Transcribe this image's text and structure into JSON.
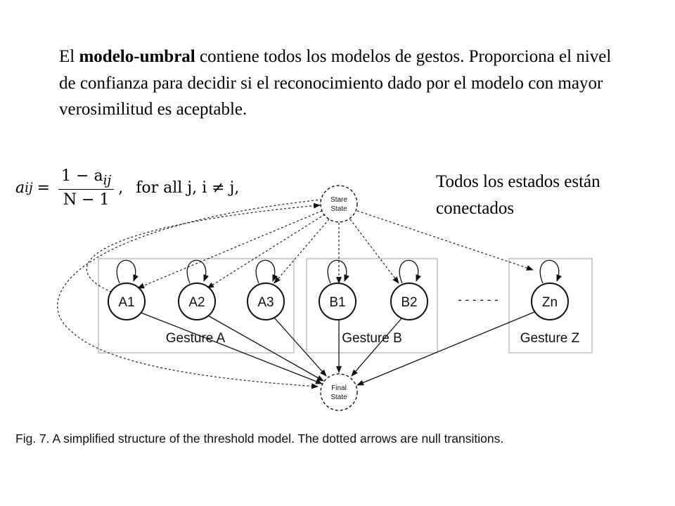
{
  "text": {
    "para_prefix": "El ",
    "para_bold": "modelo-umbral",
    "para_rest": " contiene todos los modelos de gestos. Proporciona el nivel de confianza para decidir si el reconocimiento dado por el modelo con mayor verosimilitud es aceptable.",
    "side_note": "Todos los estados están conectados"
  },
  "formula": {
    "lhs": "a",
    "lhs_sub": "ij",
    "numerator": "1 − a",
    "numerator_sub": "ij",
    "denominator": "N − 1",
    "condition": "for all j, i ≠ j,"
  },
  "diagram": {
    "start_state": [
      "Stare",
      "State"
    ],
    "final_state": [
      "Final",
      "State"
    ],
    "states": [
      "A1",
      "A2",
      "A3",
      "B1",
      "B2",
      "Zn"
    ],
    "ellipsis": "- - - - - -",
    "groups": [
      "Gesture A",
      "Gesture B",
      "Gesture Z"
    ]
  },
  "caption": "Fig. 7. A simplified structure of the threshold model. The dotted arrows are null transitions."
}
